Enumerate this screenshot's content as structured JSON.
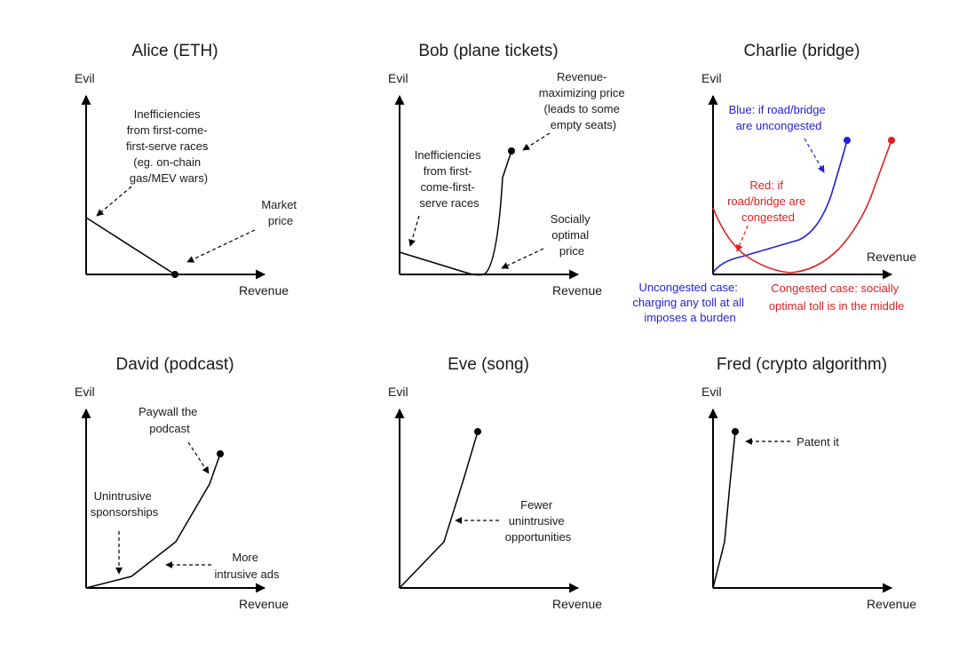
{
  "panels": {
    "alice": {
      "title": "Alice (ETH)",
      "ylabel": "Evil",
      "xlabel": "Revenue",
      "note_left": [
        "Inefficiencies",
        "from first-come-",
        "first-serve races",
        "(eg. on-chain",
        "gas/MEV wars)"
      ],
      "note_right": [
        "Market",
        "price"
      ]
    },
    "bob": {
      "title": "Bob (plane tickets)",
      "ylabel": "Evil",
      "xlabel": "Revenue",
      "note_left": [
        "Inefficiencies",
        "from first-",
        "come-first-",
        "serve races"
      ],
      "note_top": [
        "Revenue-",
        "maximizing price",
        "(leads to some",
        "empty seats)"
      ],
      "note_right": [
        "Socially",
        "optimal",
        "price"
      ]
    },
    "charlie": {
      "title": "Charlie (bridge)",
      "ylabel": "Evil",
      "xlabel": "Revenue",
      "note_blue_top": [
        "Blue: if road/bridge",
        "are uncongested"
      ],
      "note_red_top": [
        "Red: if",
        "road/bridge are",
        "congested"
      ],
      "note_blue_bottom": [
        "Uncongested case:",
        "charging any toll at all",
        "imposes a burden"
      ],
      "note_red_bottom": [
        "Congested case: socially",
        "optimal toll is in the middle"
      ]
    },
    "david": {
      "title": "David (podcast)",
      "ylabel": "Evil",
      "xlabel": "Revenue",
      "note_top": [
        "Paywall the",
        "podcast"
      ],
      "note_left": [
        "Unintrusive",
        "sponsorships"
      ],
      "note_right": [
        "More",
        "intrusive ads"
      ]
    },
    "eve": {
      "title": "Eve (song)",
      "ylabel": "Evil",
      "xlabel": "Revenue",
      "note_right": [
        "Fewer",
        "unintrusive",
        "opportunities"
      ]
    },
    "fred": {
      "title": "Fred (crypto algorithm)",
      "ylabel": "Evil",
      "xlabel": "Revenue",
      "note_right": [
        "Patent it"
      ]
    }
  },
  "colors": {
    "ink": "#000000",
    "blue": "#1f1fdd",
    "red": "#e02020"
  }
}
